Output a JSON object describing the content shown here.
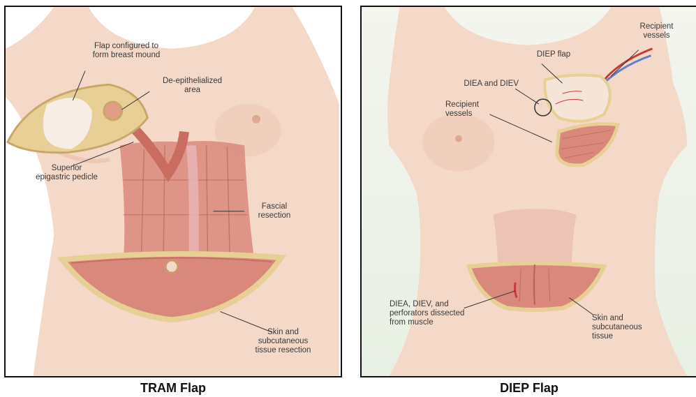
{
  "tram": {
    "caption": "TRAM Flap",
    "labels": {
      "flap_configured": "Flap configured to\nform breast mound",
      "de_epithelialized": "De-epithelialized\narea",
      "superior_pedicle": "Superior\nepigastric pedicle",
      "fascial_resection": "Fascial\nresection",
      "skin_resection": "Skin and\nsubcutaneous\ntissue resection"
    }
  },
  "diep": {
    "caption": "DIEP Flap",
    "labels": {
      "recipient_vessels_top": "Recipient\nvessels",
      "diep_flap": "DIEP flap",
      "diea_diev": "DIEA and DIEV",
      "recipient_vessels_left": "Recipient\nvessels",
      "perforators": "DIEA, DIEV, and\nperforators dissected\nfrom muscle",
      "skin_tissue": "Skin and\nsubcutaneous\ntissue"
    }
  },
  "colors": {
    "skin": "#f4d8c8",
    "skin_shadow": "#e7bfa8",
    "muscle": "#d9897c",
    "muscle_dark": "#b9604f",
    "fat": "#e8cf95",
    "vessel_red": "#c83a3a",
    "vessel_blue": "#5f7fc4",
    "leader": "#333333"
  }
}
